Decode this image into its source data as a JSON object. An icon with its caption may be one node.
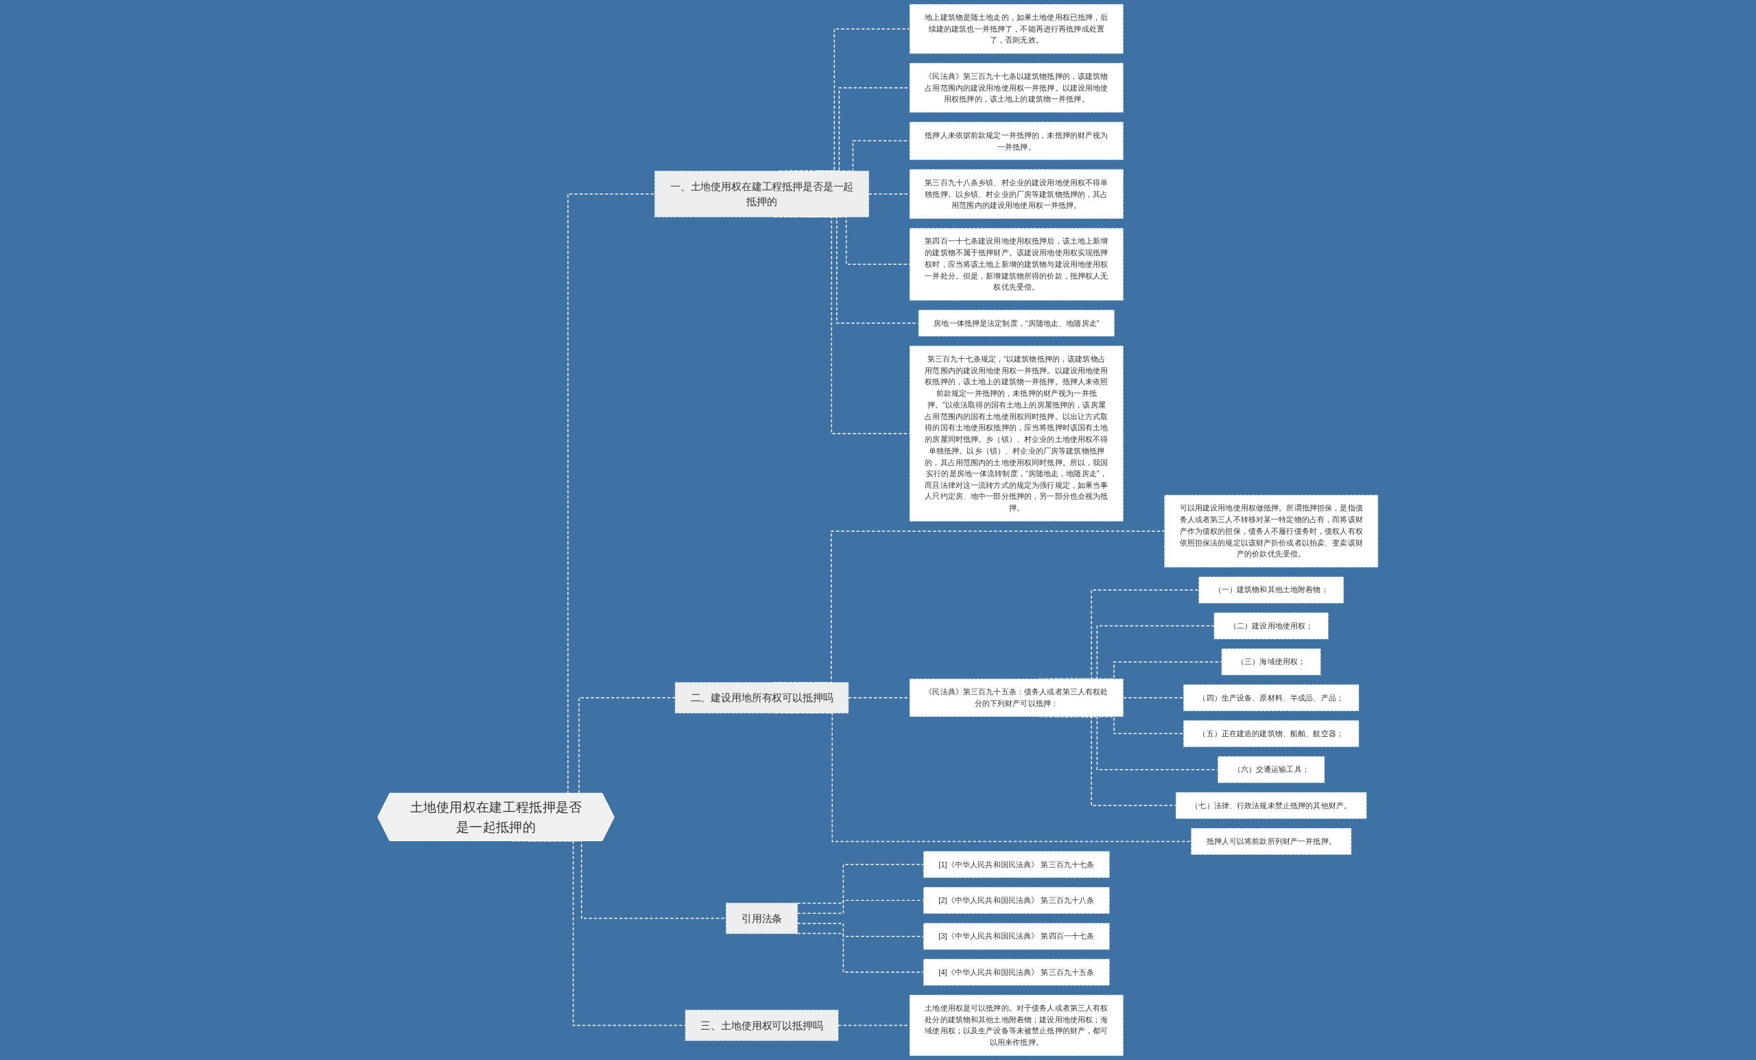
{
  "diagram": {
    "nodes": [
      {
        "text": [
          "土地使用权在建工程抵押是否是一起抵押的"
        ]
      },
      {
        "text": [
          "一、土地使用权在建工程抵押是否是一起抵押的"
        ]
      },
      {
        "text": [
          "地上建筑物是随土地走的，如果土地使用权已抵押，后续建的建筑也一并抵押了，不能再进行再抵押或处置了，否则无效。"
        ]
      },
      {
        "text": [
          "《民法典》第三百九十七条以建筑物抵押的，该建筑物占用范围内的建设用地使用权一并抵押。以建设用地使用权抵押的，该土地上的建筑物一并抵押。"
        ]
      },
      {
        "text": [
          "抵押人未依据前款规定一并抵押的，未抵押的财产视为一并抵押。"
        ]
      },
      {
        "text": [
          "第三百九十八条乡镇、村企业的建设用地使用权不得单独抵押。以乡镇、村企业的厂房等建筑物抵押的，其占用范围内的建设用地使用权一并抵押。"
        ]
      },
      {
        "text": [
          "第四百一十七条建设用地使用权抵押后，该土地上新增的建筑物不属于抵押财产。该建设用地使用权实现抵押权时，应当将该土地上新增的建筑物与建设用地使用权一并处分。但是，新增建筑物所得的价款，抵押权人无权优先受偿。"
        ]
      },
      {
        "text": [
          "房地一体抵押是法定制度，“房随地走、地随房走”"
        ]
      },
      {
        "text": [
          "第三百九十七条规定，“以建筑物抵押的，该建筑物占用范围内的建设用地使用权一并抵押。以建设用地使用权抵押的，该土地上的建筑物一并抵押。抵押人未依照前款规定一并抵押的，未抵押的财产视为一并抵押。”以依法取得的国有土地上的房屋抵押的，该房屋占用范围内的国有土地使用权同时抵押。以出让方式取得的国有土地使用权抵押的，应当将抵押时该国有土地的房屋同时抵押。乡（镇）、村企业的土地使用权不得单独抵押。以乡（镇）、村企业的厂房等建筑物抵押的，其占用范围内的土地使用权同时抵押。所以，我国实行的是房地一体流转制度，“房随地走，地随房走”，而且法律对这一流转方式的规定为强行规定，如果当事人只约定房、地中一部分抵押的，另一部分也会视为抵押。"
        ]
      },
      {
        "text": [
          "二、建设用地所有权可以抵押吗"
        ]
      },
      {
        "text": [
          "可以用建设用地使用权做抵押。所谓抵押担保，是指债务人或者第三人不转移对某一特定物的占有，而将该财产作为债权的担保，债务人不履行债务时，债权人有权依照担保法的规定以该财产折价或者以拍卖、变卖该财产的价款优先受偿。"
        ]
      },
      {
        "text": [
          "《民法典》第三百九十五条：债务人或者第三人有权处分的下列财产可以抵押："
        ]
      },
      {
        "text": [
          "（一）建筑物和其他土地附着物；"
        ]
      },
      {
        "text": [
          "（二）建设用地使用权；"
        ]
      },
      {
        "text": [
          "（三）海域使用权；"
        ]
      },
      {
        "text": [
          "（四）生产设备、原材料、半成品、产品；"
        ]
      },
      {
        "text": [
          "（五）正在建造的建筑物、船舶、航空器；"
        ]
      },
      {
        "text": [
          "（六）交通运输工具；"
        ]
      },
      {
        "text": [
          "（七）法律、行政法规未禁止抵押的其他财产。"
        ]
      },
      {
        "text": [
          "抵押人可以将前款所列财产一并抵押。"
        ]
      },
      {
        "text": [
          "引用法条"
        ]
      },
      {
        "text": [
          "[1]《中华人民共和国民法典》 第三百九十七条"
        ]
      },
      {
        "text": [
          "[2]《中华人民共和国民法典》 第三百九十八条"
        ]
      },
      {
        "text": [
          "[3]《中华人民共和国民法典》 第四百一十七条"
        ]
      },
      {
        "text": [
          "[4]《中华人民共和国民法典》 第三百九十五条"
        ]
      },
      {
        "text": [
          "三、土地使用权可以抵押吗"
        ]
      },
      {
        "text": [
          "土地使用权是可以抵押的。对于债务人或者第三人有权处分的建筑物和其他土地附着物；建设用地使用权；海域使用权；以及生产设备等未被禁止抵押的财产，都可以用来作抵押。"
        ]
      }
    ],
    "edges": [
      {
        "from": 0,
        "to": 1,
        "arrow": "none",
        "style": "dashed"
      },
      {
        "from": 1,
        "to": 2,
        "arrow": "none",
        "style": "dashed"
      },
      {
        "from": 1,
        "to": 3,
        "arrow": "none",
        "style": "dashed"
      },
      {
        "from": 1,
        "to": 4,
        "arrow": "none",
        "style": "dashed"
      },
      {
        "from": 1,
        "to": 5,
        "arrow": "none",
        "style": "dashed"
      },
      {
        "from": 1,
        "to": 6,
        "arrow": "none",
        "style": "dashed"
      },
      {
        "from": 1,
        "to": 7,
        "arrow": "none",
        "style": "dashed"
      },
      {
        "from": 1,
        "to": 8,
        "arrow": "none",
        "style": "dashed"
      },
      {
        "from": 0,
        "to": 9,
        "arrow": "none",
        "style": "dashed"
      },
      {
        "from": 9,
        "to": 10,
        "arrow": "none",
        "style": "dashed"
      },
      {
        "from": 9,
        "to": 11,
        "arrow": "none",
        "style": "dashed"
      },
      {
        "from": 11,
        "to": 12,
        "arrow": "none",
        "style": "dashed"
      },
      {
        "from": 11,
        "to": 13,
        "arrow": "none",
        "style": "dashed"
      },
      {
        "from": 11,
        "to": 14,
        "arrow": "none",
        "style": "dashed"
      },
      {
        "from": 11,
        "to": 15,
        "arrow": "none",
        "style": "dashed"
      },
      {
        "from": 11,
        "to": 16,
        "arrow": "none",
        "style": "dashed"
      },
      {
        "from": 11,
        "to": 17,
        "arrow": "none",
        "style": "dashed"
      },
      {
        "from": 11,
        "to": 18,
        "arrow": "none",
        "style": "dashed"
      },
      {
        "from": 9,
        "to": 19,
        "arrow": "none",
        "style": "dashed"
      },
      {
        "from": 0,
        "to": 20,
        "arrow": "none",
        "style": "dashed"
      },
      {
        "from": 20,
        "to": 21,
        "arrow": "none",
        "style": "dashed"
      },
      {
        "from": 20,
        "to": 22,
        "arrow": "none",
        "style": "dashed"
      },
      {
        "from": 20,
        "to": 23,
        "arrow": "none",
        "style": "dashed"
      },
      {
        "from": 20,
        "to": 24,
        "arrow": "none",
        "style": "dashed"
      },
      {
        "from": 0,
        "to": 25,
        "arrow": "none",
        "style": "dashed"
      },
      {
        "from": 25,
        "to": 26,
        "arrow": "none",
        "style": "dashed"
      }
    ]
  }
}
